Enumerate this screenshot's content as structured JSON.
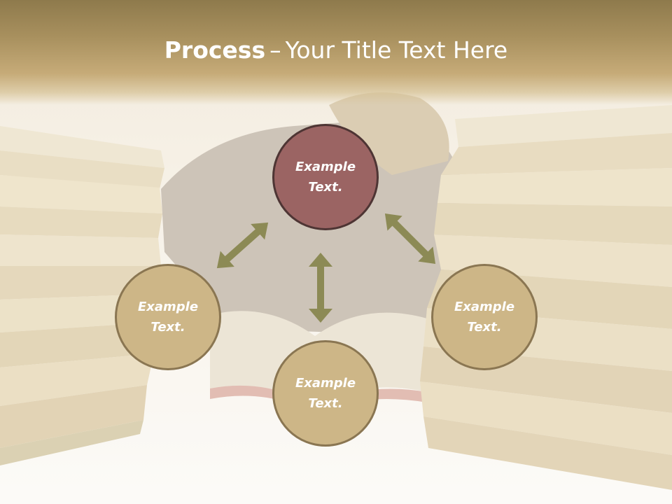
{
  "title": {
    "bold": "Process",
    "separator": "–",
    "rest": "Your Title Text Here"
  },
  "nodes": {
    "top": "Example\nText.",
    "left": "Example\nText.",
    "right": "Example\nText.",
    "bottom": "Example\nText."
  },
  "colors": {
    "title_band": "#a8905e",
    "circle_fill": "#cdb687",
    "circle_highlight": "#9b6463",
    "circle_border": "#8a7652",
    "arrow": "#8c8a55"
  }
}
